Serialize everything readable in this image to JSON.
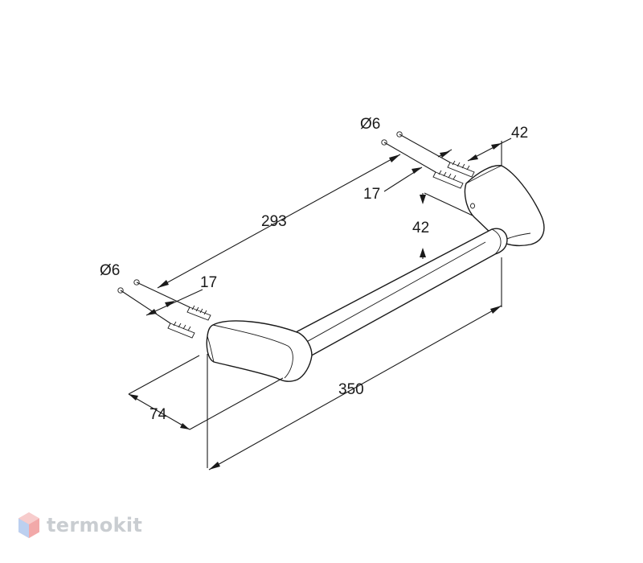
{
  "dimensions": {
    "total_length": "350",
    "center_distance": "293",
    "depth": "74",
    "hole_diameter_left": "Ø6",
    "hole_diameter_right": "Ø6",
    "plug_depth_left": "17",
    "plug_depth_right": "17",
    "mount_width": "42",
    "mount_height": "42"
  },
  "watermark": {
    "brand": "termokit",
    "color": "#c9cdd1"
  },
  "colors": {
    "line": "#1a1a1a",
    "background": "#ffffff"
  }
}
